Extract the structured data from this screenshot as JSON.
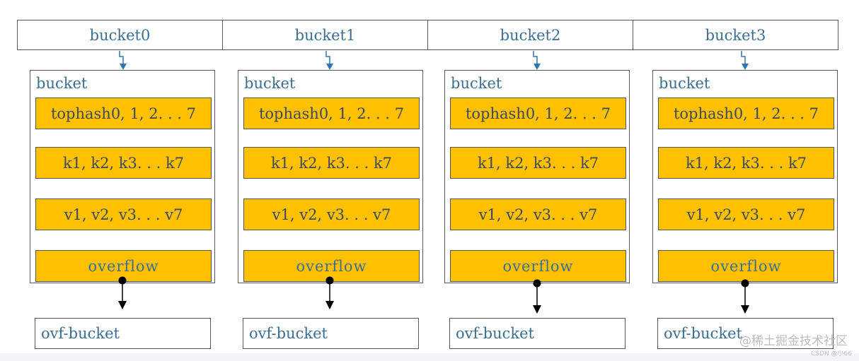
{
  "headers": [
    "bucket0",
    "bucket1",
    "bucket2",
    "bucket3"
  ],
  "buckets": [
    {
      "label": "bucket",
      "tophash": "tophash0, 1, 2. . . 7",
      "keys": "k1, k2, k3. . . k7",
      "values": "v1, v2, v3. . . v7",
      "overflow": "overflow",
      "ovf_bucket": "ovf-bucket"
    },
    {
      "label": "bucket",
      "tophash": "tophash0, 1, 2. . . 7",
      "keys": "k1, k2, k3. . . k7",
      "values": "v1, v2, v3. . . v7",
      "overflow": "overflow",
      "ovf_bucket": "ovf-bucket"
    },
    {
      "label": "bucket",
      "tophash": "tophash0, 1, 2. . . 7",
      "keys": "k1, k2, k3. . . k7",
      "values": "v1, v2, v3. . . v7",
      "overflow": "overflow",
      "ovf_bucket": "ovf-bucket"
    },
    {
      "label": "bucket",
      "tophash": "tophash0, 1, 2. . . 7",
      "keys": "k1, k2, k3. . . k7",
      "values": "v1, v2, v3. . . v7",
      "overflow": "overflow",
      "ovf_bucket": "ovf-bucket"
    }
  ],
  "watermark": {
    "text": "@稀土掘金技术社区",
    "sub": "CSDN @小66"
  },
  "colors": {
    "field_fill": "#ffc000",
    "label_text": "#3a6e93",
    "arrow_blue": "#2f75b5"
  }
}
